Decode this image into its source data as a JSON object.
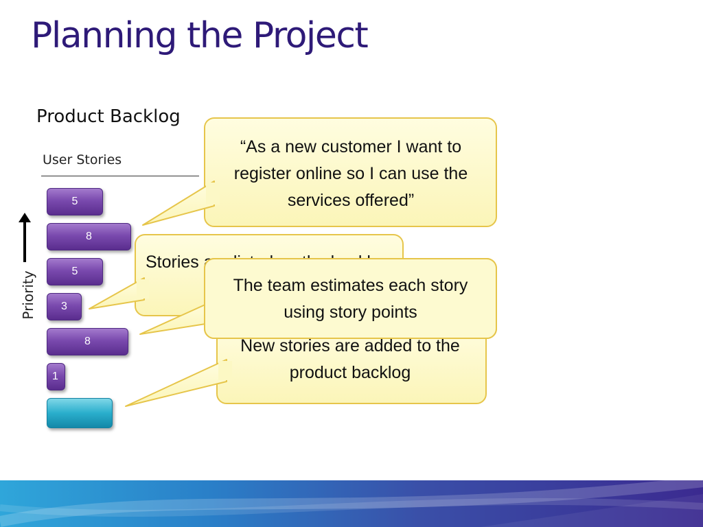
{
  "slide": {
    "title": "Planning the Project",
    "subtitle": "Product Backlog",
    "column_header": "User Stories",
    "priority_label": "Priority"
  },
  "stories": [
    {
      "points": "5"
    },
    {
      "points": "8"
    },
    {
      "points": "5"
    },
    {
      "points": "3"
    },
    {
      "points": "8"
    },
    {
      "points": "1"
    }
  ],
  "callouts": {
    "user_story": "“As a new customer I want to register online so I can use the services offered”",
    "prioritized": "Stories are listed on the backlog",
    "estimates": "The team estimates each story using story points",
    "new_stories": "New stories are added to the product backlog"
  },
  "colors": {
    "title": "#2e1a78",
    "story_fill": "#7a4aae",
    "new_story_fill": "#2aaecc",
    "callout_fill": "#fdf9c8",
    "callout_border": "#e6c54a"
  }
}
